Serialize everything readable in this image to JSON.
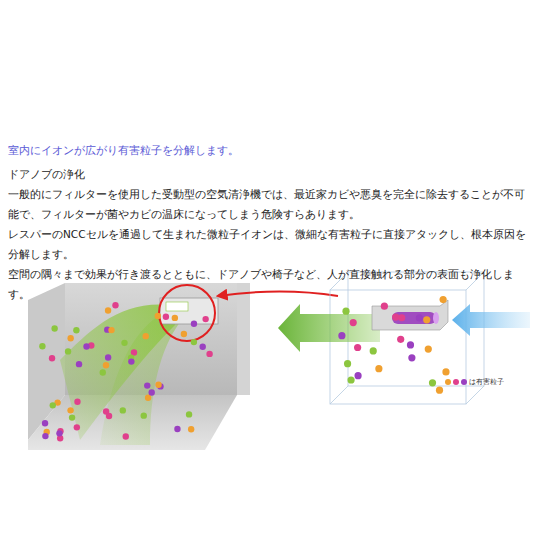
{
  "diagram": {
    "title": "室内にイオンが広がり有害粒子を分解します。",
    "labels": [
      "ドアノブの浄化",
      "一般的にフィルターを使用した受動型の空気清浄機では、最近家カビや悪臭を完全に除去することが不可能で、フィルターが菌やカビの温床になってしまう危険すらあります。",
      "レスパーのNCCセルを通過して生まれた微粒子イオンは、微細な有害粒子に直接アタックし、根本原因を分解します。",
      "空間の隅々まで効果が行き渡るとともに、ドアノブや椅子など、人が直接触れる部分の表面も浄化します。"
    ],
    "legend": [
      {
        "text": "は有害粒子",
        "color": "#f0a030"
      }
    ]
  }
}
